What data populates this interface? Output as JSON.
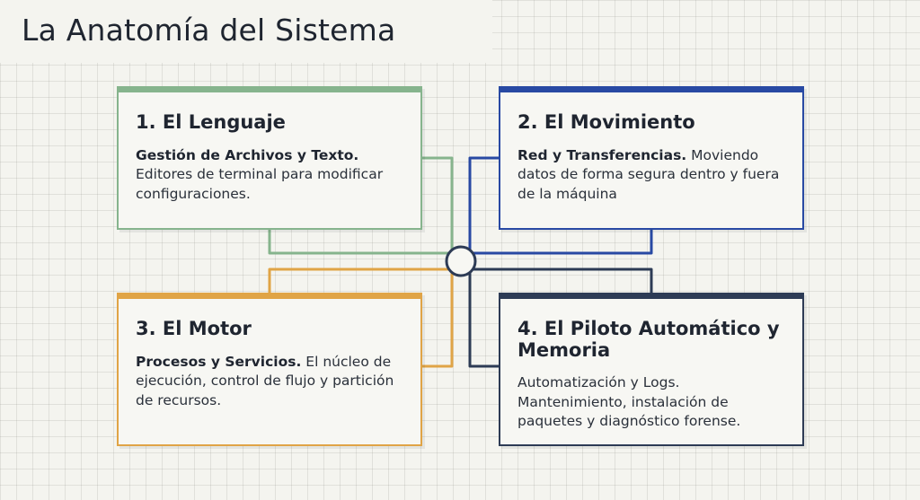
{
  "title": "La Anatomía del Sistema",
  "colors": {
    "background": "#f4f4ef",
    "card_background": "#f7f7f3",
    "green": "#86b48d",
    "blue": "#2849a3",
    "orange": "#e0a446",
    "navy": "#2d3b55"
  },
  "cards": [
    {
      "title": "1. El Lenguaje",
      "lead": "Gestión de Archivos y Texto.",
      "text": " Editores de terminal para modificar configuraciones.",
      "accent": "#86b48d"
    },
    {
      "title": "2. El Movimiento",
      "lead": "Red y Transferencias.",
      "text": " Moviendo datos de forma segura dentro y fuera de la máquina",
      "accent": "#2849a3"
    },
    {
      "title": "3. El Motor",
      "lead": "Procesos y Servicios.",
      "text": " El núcleo de ejecución, control de flujo y partición de recursos.",
      "accent": "#e0a446"
    },
    {
      "title": "4. El Piloto Automático y Memoria",
      "lead": "",
      "text": "Automatización y Logs. Mantenimiento, instalación de paquetes y diagnóstico forense.",
      "accent": "#2d3b55"
    }
  ]
}
